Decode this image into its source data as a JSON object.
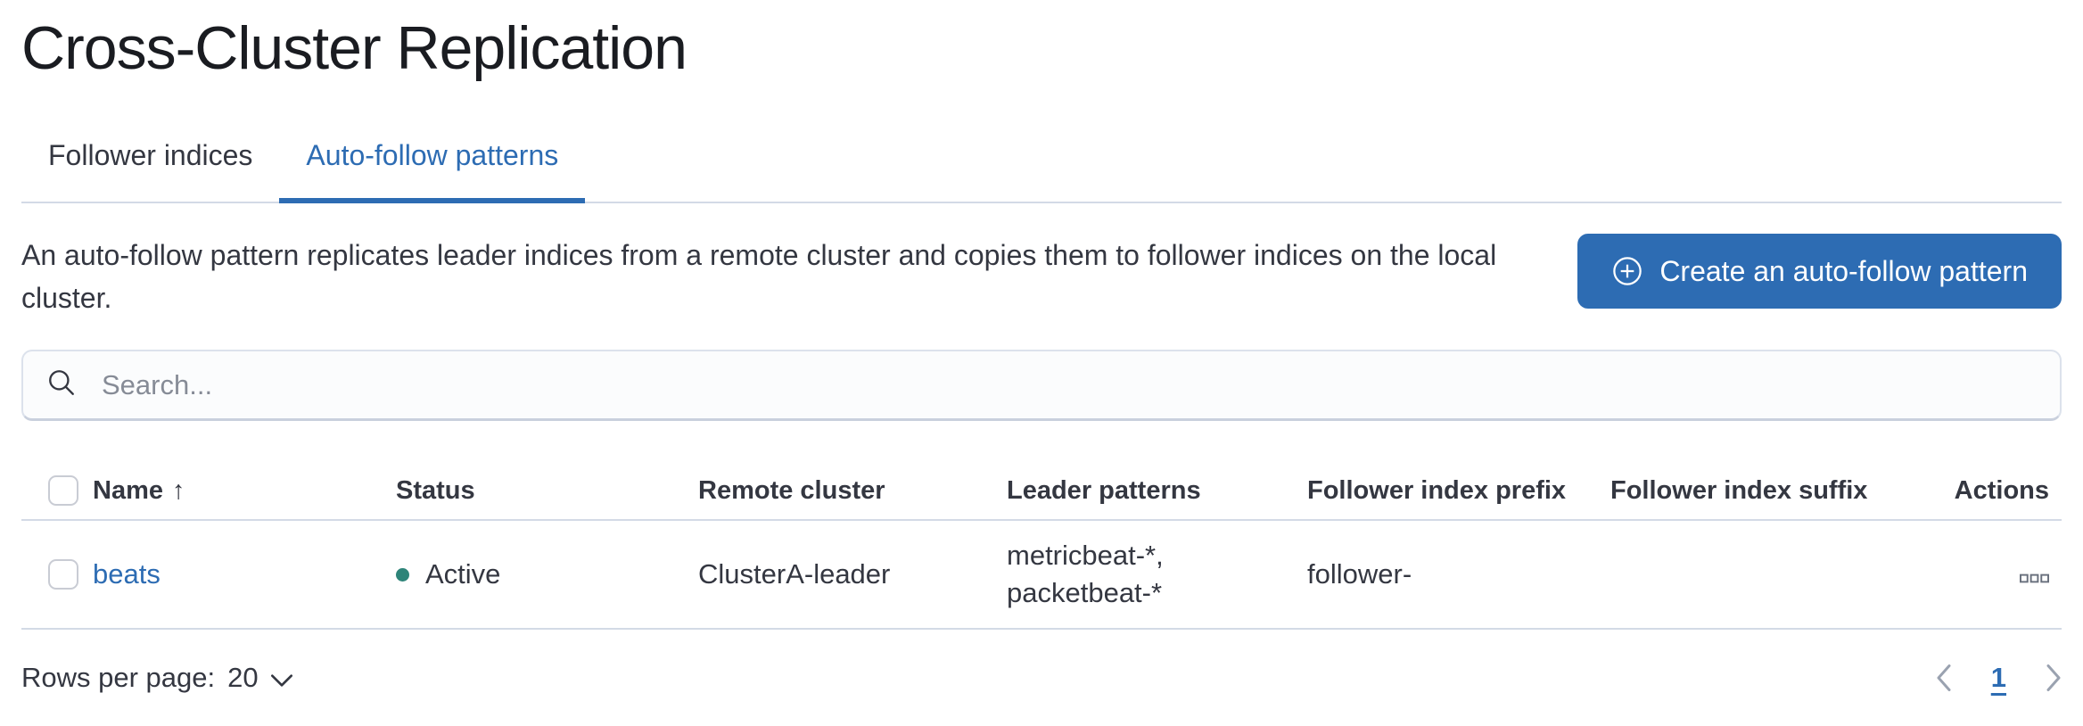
{
  "page": {
    "title": "Cross-Cluster Replication"
  },
  "tabs": [
    {
      "label": "Follower indices",
      "active": false
    },
    {
      "label": "Auto-follow patterns",
      "active": true
    }
  ],
  "description": "An auto-follow pattern replicates leader indices from a remote cluster and copies them to follower indices on the local cluster.",
  "create_button": {
    "label": "Create an auto-follow pattern",
    "icon": "plus-in-circle-icon"
  },
  "search": {
    "placeholder": "Search...",
    "value": "",
    "icon": "search-icon"
  },
  "table": {
    "columns": [
      "Name",
      "Status",
      "Remote cluster",
      "Leader patterns",
      "Follower index prefix",
      "Follower index suffix",
      "Actions"
    ],
    "sort": {
      "column": "Name",
      "direction": "ascending",
      "arrow": "↑"
    },
    "rows": [
      {
        "name": "beats",
        "status": "Active",
        "status_color": "#2e8479",
        "remote_cluster": "ClusterA-leader",
        "leader_patterns": [
          "metricbeat-*,",
          "packetbeat-*"
        ],
        "follower_index_prefix": "follower-",
        "follower_index_suffix": "",
        "actions_icon": "boxes-horizontal-icon"
      }
    ]
  },
  "footer": {
    "rows_per_page_label": "Rows per page:",
    "rows_per_page_value": "20",
    "rows_per_page_icon": "chevron-down-icon",
    "pagination": {
      "current_page": "1",
      "prev_icon": "chevron-left-icon",
      "next_icon": "chevron-right-icon"
    }
  },
  "colors": {
    "accent": "#2d6cb3",
    "text": "#343741",
    "title-text": "#1a1c21",
    "border": "#d3dae6",
    "success": "#2e8479",
    "muted": "#69707d",
    "disabled": "#9aa2b0",
    "input-bg": "#fbfcfd",
    "page-bg": "#ffffff"
  }
}
